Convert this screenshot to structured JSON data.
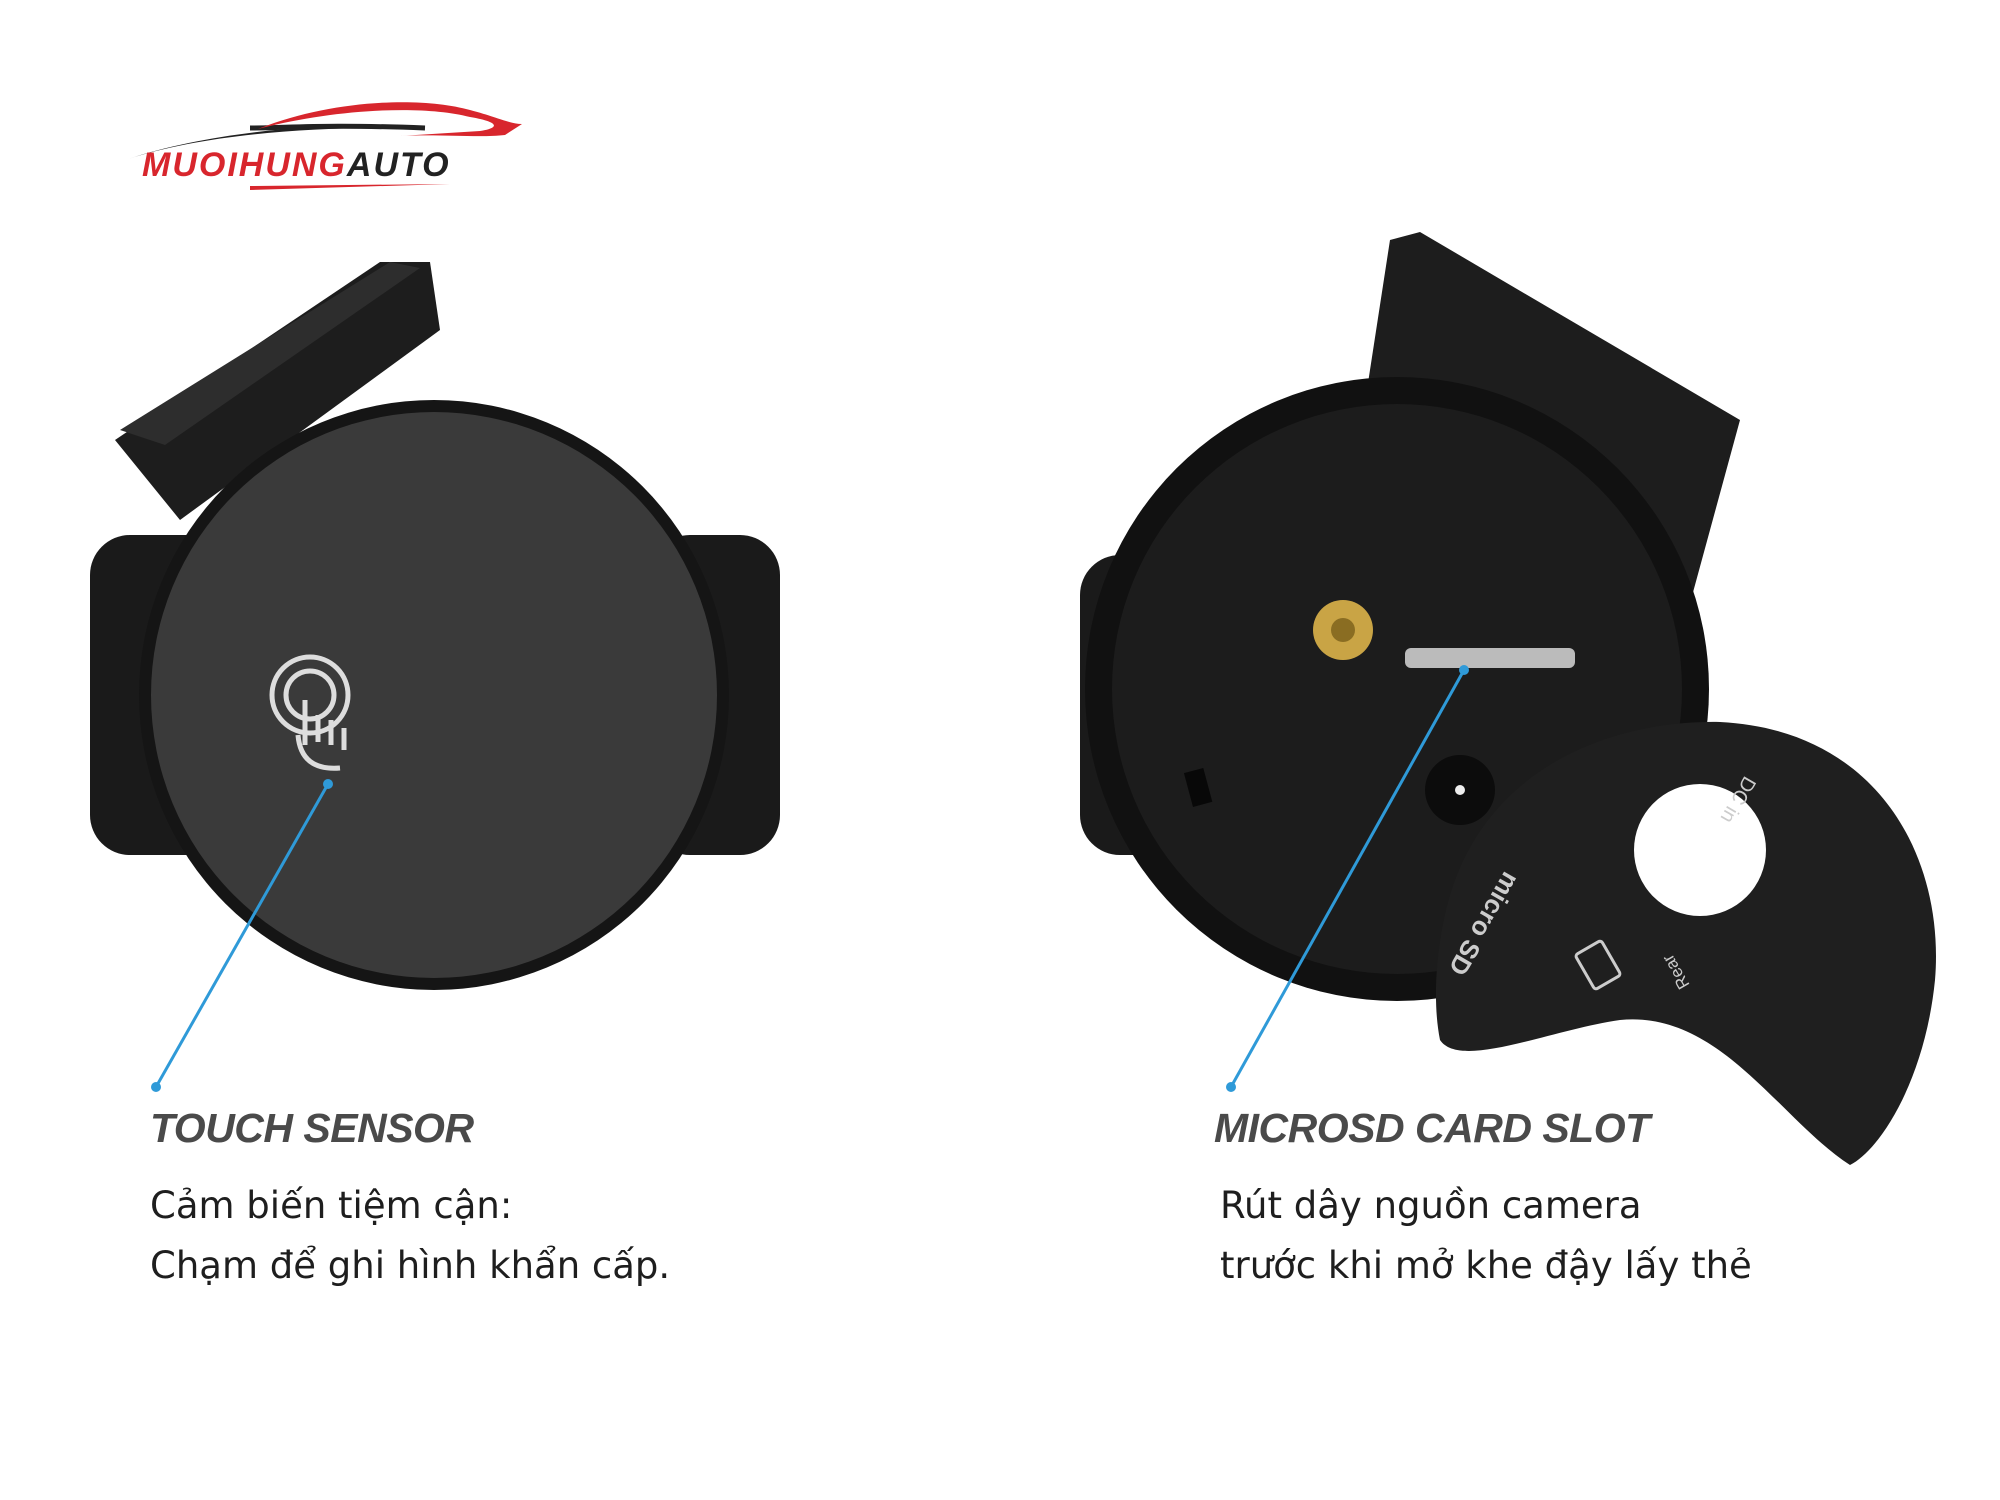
{
  "logo": {
    "text_red": "MUOIHUNG",
    "text_dark": "AUTO",
    "brand_red": "#d8262d",
    "brand_dark": "#222222"
  },
  "left_feature": {
    "heading": "TOUCH SENSOR",
    "lines": [
      "Cảm biến tiệm cận:",
      "Chạm để ghi hình khẩn cấp."
    ],
    "icon": "touch-hand-icon"
  },
  "right_feature": {
    "heading": "MICROSD CARD SLOT",
    "lines": [
      "Rút dây nguồn camera",
      "trước khi mở khe đậy lấy thẻ"
    ],
    "cover_labels": {
      "dc_in": "DC in",
      "rear": "Rear",
      "micro_sd": "micro SD"
    }
  },
  "colors": {
    "callout_line": "#2f9ad8",
    "device": "#262626"
  }
}
